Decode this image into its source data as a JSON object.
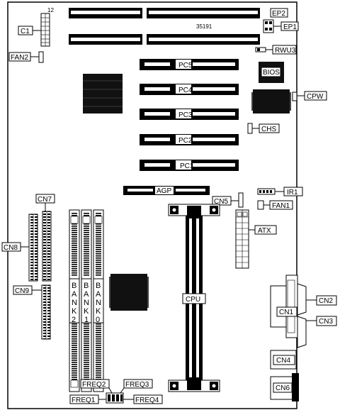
{
  "labels": {
    "pin12": "12",
    "c1": "C1",
    "fan2": "FAN2",
    "board_id": "35191",
    "ep2": "EP2",
    "ep1": "EP1",
    "rwu3": "RWU3",
    "bios": "BIOS",
    "cpw": "CPW",
    "chs": "CHS",
    "pc5": "PC5",
    "pc4": "PC4",
    "pc3": "PC3",
    "pc2": "PC2",
    "pc1": "PC1",
    "agp": "AGP",
    "ir1": "IR1",
    "cn5": "CN5",
    "fan1": "FAN1",
    "cn7": "CN7",
    "cn8": "CN8",
    "atx": "ATX",
    "cn9": "CN9",
    "cpu": "CPU",
    "cn2": "CN2",
    "cn1": "CN1",
    "cn3": "CN3",
    "cn4": "CN4",
    "cn6": "CN6",
    "freq1": "FREQ1",
    "freq2": "FREQ2",
    "freq3": "FREQ3",
    "freq4": "FREQ4"
  },
  "banks": {
    "bank2": [
      "B",
      "A",
      "N",
      "K",
      "2"
    ],
    "bank1": [
      "B",
      "A",
      "N",
      "K",
      "1"
    ],
    "bank0": [
      "B",
      "A",
      "N",
      "K",
      "0"
    ]
  }
}
